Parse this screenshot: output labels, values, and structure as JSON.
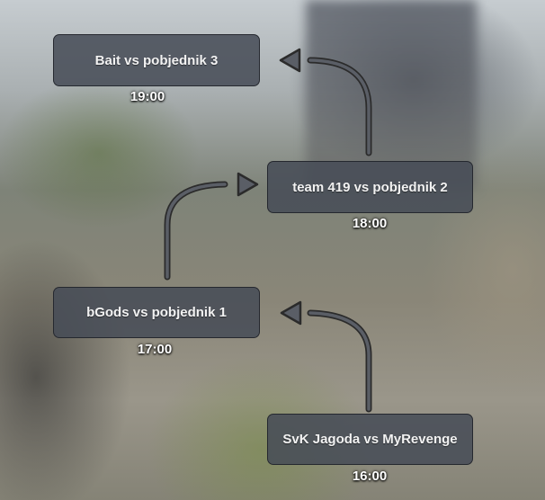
{
  "matches": [
    {
      "label": "Bait vs pobjednik 3",
      "time": "19:00"
    },
    {
      "label": "team 419 vs pobjednik 2",
      "time": "18:00"
    },
    {
      "label": "bGods vs pobjednik 1",
      "time": "17:00"
    },
    {
      "label": "SvK Jagoda vs MyRevenge",
      "time": "16:00"
    }
  ],
  "colors": {
    "box_background": "#464c56",
    "box_border": "#23262c",
    "arrow_stroke": "#2b2b2b",
    "arrow_fill": "#5a5e66"
  },
  "icons": [
    "curved-arrow-icon"
  ]
}
